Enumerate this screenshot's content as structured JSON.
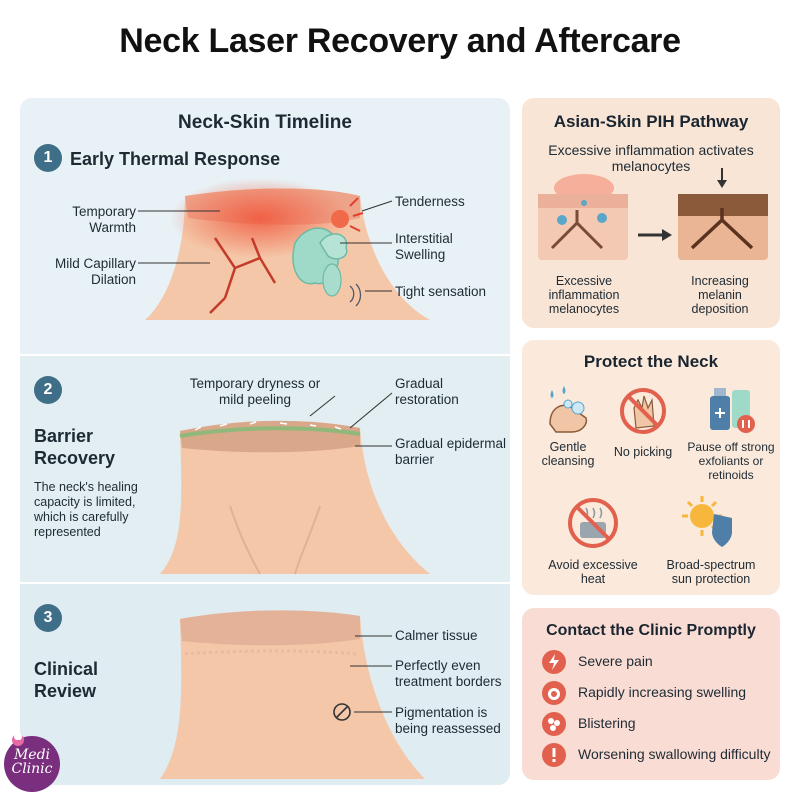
{
  "title": "Neck Laser Recovery and Aftercare",
  "timeline": {
    "heading": "Neck-Skin Timeline",
    "step1": {
      "number": "1",
      "title": "Early Thermal Response",
      "left_labels": [
        "Temporary Warmth",
        "Mild Capillary Dilation"
      ],
      "right_labels": [
        "Tenderness",
        "Interstitial Swelling",
        "Tight sensation"
      ]
    },
    "step2": {
      "number": "2",
      "title": "Barrier Recovery",
      "description": "The neck's healing capacity is limited, which is carefully represented",
      "top_label": "Temporary dryness or mild peeling",
      "right_labels": [
        "Gradual restoration",
        "Gradual epidermal barrier"
      ]
    },
    "step3": {
      "number": "3",
      "title": "Clinical Review",
      "right_labels": [
        "Calmer tissue",
        "Perfectly even treatment borders",
        "Pigmentation is being reassessed"
      ]
    }
  },
  "pih": {
    "title": "Asian-Skin PIH Pathway",
    "subtitle": "Excessive inflammation activates melanocytes",
    "left_caption": "Excessive inflammation melanocytes",
    "right_caption": "Increasing melanin deposition"
  },
  "protect": {
    "title": "Protect the Neck",
    "items": [
      {
        "label": "Gentle cleansing",
        "icon": "hand-washing-icon"
      },
      {
        "label": "No picking",
        "icon": "no-picking-icon"
      },
      {
        "label": "Pause off strong exfoliants or retinoids",
        "icon": "bottles-icon"
      },
      {
        "label": "Avoid excessive heat",
        "icon": "no-heat-icon"
      },
      {
        "label": "Broad-spectrum sun protection",
        "icon": "sun-shield-icon"
      }
    ]
  },
  "contact": {
    "title": "Contact the Clinic Promptly",
    "items": [
      "Severe pain",
      "Rapidly increasing swelling",
      "Blistering",
      "Worsening swallowing difficulty"
    ]
  },
  "logo": {
    "text": "Medi Clinic"
  },
  "colors": {
    "accent_blue": "#3f6f88",
    "warning_red": "#e2614e",
    "skin": "#f4c9ad"
  }
}
